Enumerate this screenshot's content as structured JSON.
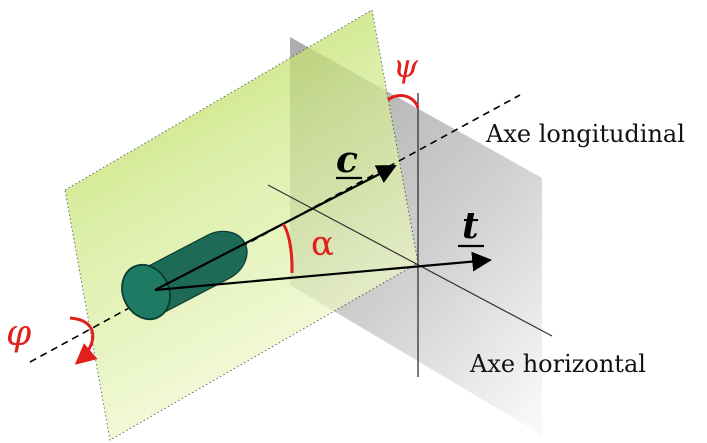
{
  "labels": {
    "axe_longitudinal": "Axe longitudinal",
    "axe_horizontal": "Axe horizontal",
    "vector_c": "c",
    "vector_t": "t",
    "angle_alpha": "α",
    "angle_psi": "ψ",
    "angle_phi": "φ"
  },
  "colors": {
    "green_plane_light": "#f4fbd8",
    "green_plane_mid": "#cfe987",
    "green_plane_dark": "#a9d12a",
    "gray_plane_light": "#f7f7f7",
    "gray_plane_dark": "#a9a9a9",
    "cylinder_fill": "#1d6b57",
    "cylinder_edge": "#0b3b30",
    "angle_red": "#e0201a",
    "line_black": "#000000"
  }
}
